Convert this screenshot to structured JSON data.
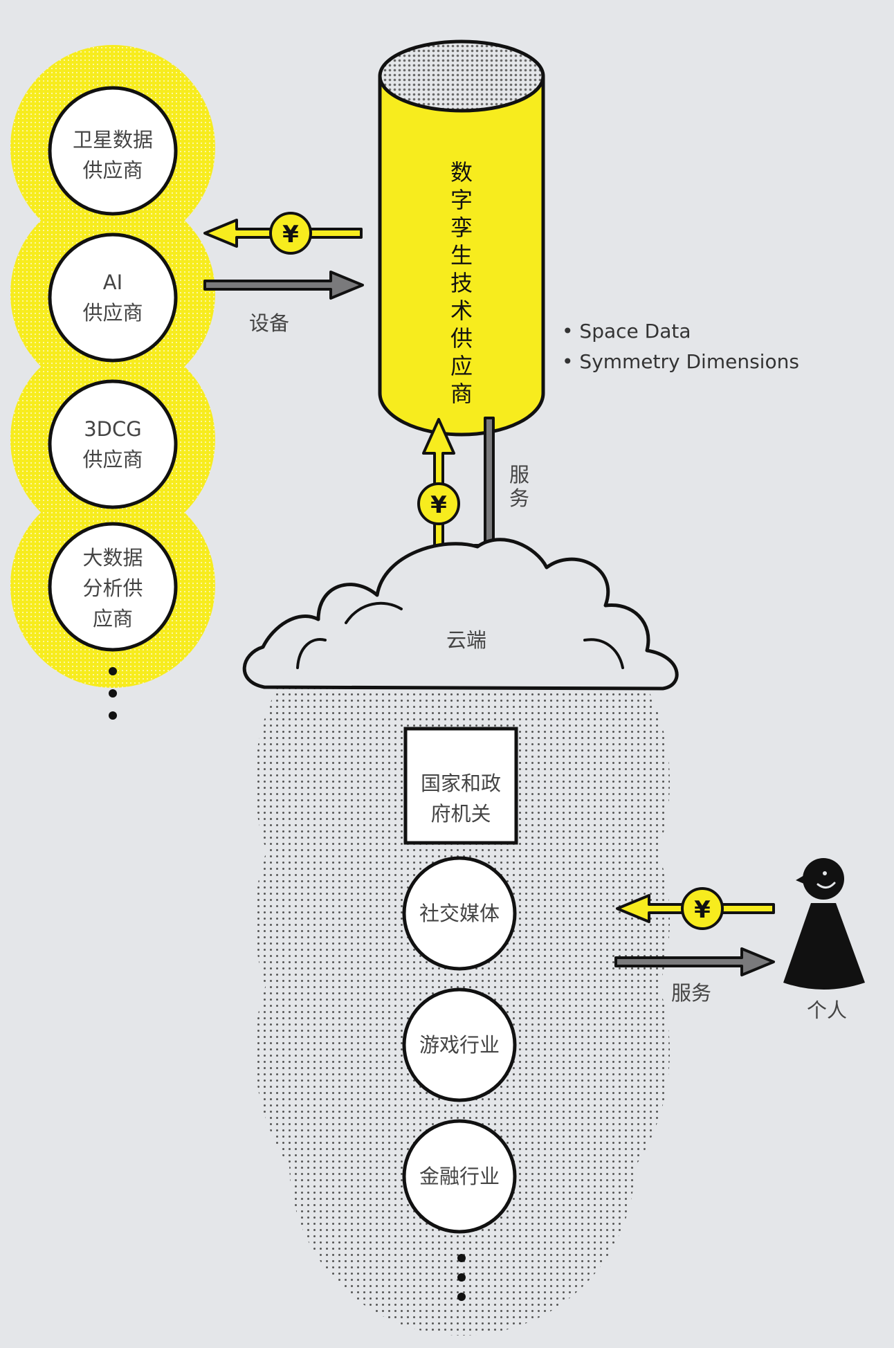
{
  "colors": {
    "background": "#e4e6e9",
    "accent_yellow": "#f7ec1e",
    "arrow_gray": "#7a7a7c",
    "outline": "#111111",
    "node_fill": "#ffffff"
  },
  "suppliers": [
    {
      "lines": [
        "卫星数据",
        "供应商"
      ]
    },
    {
      "lines": [
        "AI",
        "供应商"
      ]
    },
    {
      "lines": [
        "3DCG",
        "供应商"
      ]
    },
    {
      "lines": [
        "大数据",
        "分析供",
        "应商"
      ]
    }
  ],
  "core": {
    "title": "数字孪生技术供应商",
    "notes": [
      "• Space Data",
      "• Symmetry Dimensions"
    ]
  },
  "flows": {
    "equipment_label": "设备",
    "service_label_vertical": [
      "服",
      "务"
    ],
    "currency_symbol": "¥",
    "personal_service_label": "服务"
  },
  "cloud": {
    "label": "云端"
  },
  "industries": {
    "government": [
      "国家和政",
      "府机关"
    ],
    "items": [
      "社交媒体",
      "游戏行业",
      "金融行业"
    ]
  },
  "person": {
    "label": "个人"
  }
}
